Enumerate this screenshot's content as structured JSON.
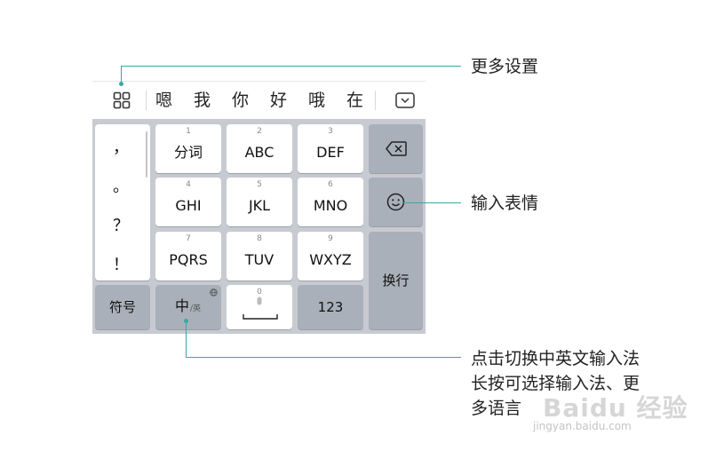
{
  "candidate_bar": {
    "candidates": [
      "嗯",
      "我",
      "你",
      "好",
      "哦",
      "在"
    ],
    "icons": {
      "more": "grid-icon",
      "collapse": "collapse-keyboard-icon"
    }
  },
  "keyboard": {
    "punctuation": [
      "，",
      "。",
      "？",
      "！"
    ],
    "keys": [
      {
        "num": "1",
        "label": "分词"
      },
      {
        "num": "2",
        "label": "ABC"
      },
      {
        "num": "3",
        "label": "DEF"
      },
      {
        "num": "4",
        "label": "GHI"
      },
      {
        "num": "5",
        "label": "JKL"
      },
      {
        "num": "6",
        "label": "MNO"
      },
      {
        "num": "7",
        "label": "PQRS"
      },
      {
        "num": "8",
        "label": "TUV"
      },
      {
        "num": "9",
        "label": "WXYZ"
      }
    ],
    "backspace_icon": "backspace-icon",
    "emoji_icon": "smiley-icon",
    "enter_label": "换行",
    "symbols_label": "符号",
    "lang_main": "中",
    "lang_sub": "/英",
    "space_num": "0",
    "numbers_label": "123"
  },
  "annotations": {
    "more_settings": "更多设置",
    "emoji": "输入表情",
    "lang_switch_line1": "点击切换中英文输入法",
    "lang_switch_line2": "长按可选择输入法、更",
    "lang_switch_line3": "多语言"
  },
  "watermark": {
    "logo": "Baidu 经验",
    "url": "jingyan.baidu.com"
  },
  "colors": {
    "accent": "#3aa7a1",
    "keyboard_bg": "#c7cbd1",
    "dark_key": "#a9b0ba"
  }
}
